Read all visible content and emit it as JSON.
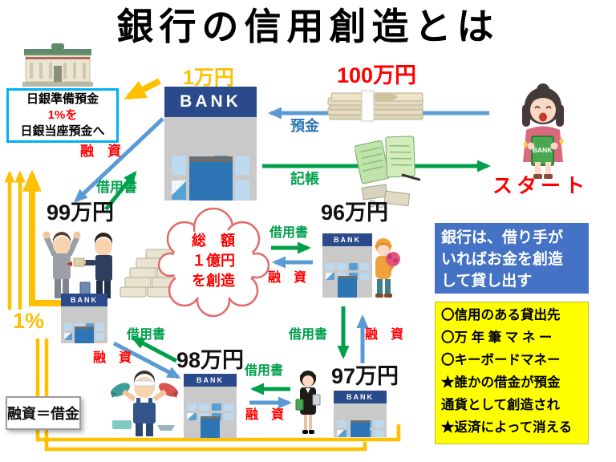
{
  "title": "銀行の信用創造とは",
  "boj_note": {
    "line1": "日銀準備預金",
    "line2_red": "1%を",
    "line3": "日銀当座預金へ"
  },
  "amounts": {
    "reserve_to_boj": "1万円",
    "initial_deposit": "100万円",
    "loan_99": "99万円",
    "loan_98": "98万円",
    "loan_97": "97万円",
    "loan_96": "96万円",
    "reserve_rate": "1%"
  },
  "labels": {
    "loan": "融　資",
    "iou": "借用書",
    "deposit": "預金",
    "bookkeeping": "記帳",
    "start": "スタート",
    "bank_sign": "BANK",
    "loan_equals_debt": "融資＝借金"
  },
  "cloud": {
    "line1": "総　額",
    "line2": "１億円",
    "line3": "を創造"
  },
  "summary_box": {
    "line1": "銀行は、借り手が",
    "line2": "いればお金を創造",
    "line3": "して貸し出す"
  },
  "points_box": {
    "items": [
      "〇信用のある貸出先",
      "〇万 年 筆 マ ネ ー",
      "〇キーボードマネー",
      "★誰かの借金が預金",
      "通貨として創造され",
      "★返済によって消える"
    ]
  },
  "colors": {
    "gold": "#FFC000",
    "red": "#FF0000",
    "blue_arrow": "#5B9BD5",
    "deposit_blue": "#2E75B6",
    "green": "#00A04B",
    "summary_bg": "#4472C4",
    "points_bg": "#FFFF00",
    "note_border": "#00B0F0"
  }
}
